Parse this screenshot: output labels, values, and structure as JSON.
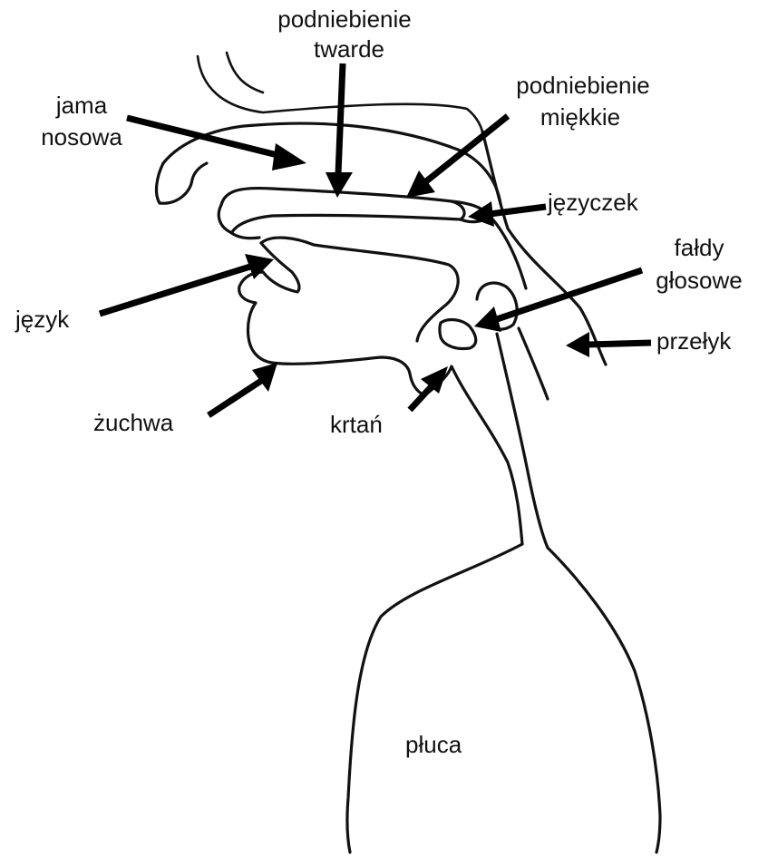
{
  "labels": {
    "hard_palate": [
      "podniebienie",
      "twarde"
    ],
    "nasal_cavity": [
      "jama",
      "nosowa"
    ],
    "soft_palate": [
      "podniebienie",
      "miękkie"
    ],
    "uvula": "języczek",
    "vocal_folds": [
      "fałdy",
      "głosowe"
    ],
    "tongue": "język",
    "esophagus": "przełyk",
    "jaw": "żuchwa",
    "larynx": "krtań",
    "lungs": "płuca"
  },
  "colors": {
    "ink": "#111111",
    "background": "#ffffff"
  }
}
